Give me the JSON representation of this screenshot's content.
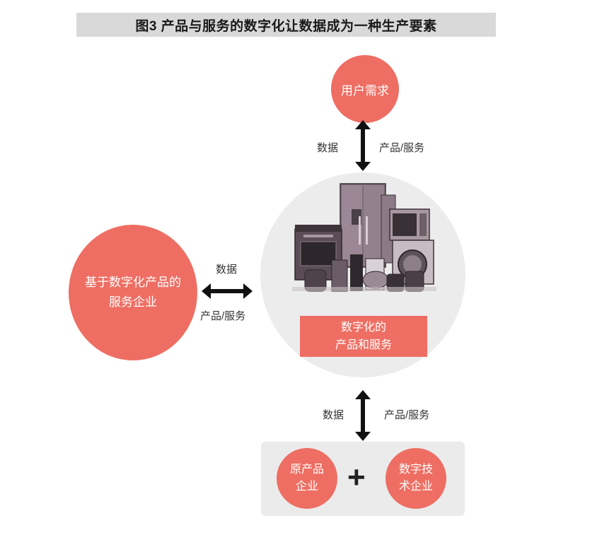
{
  "title": "图3 产品与服务的数字化让数据成为一种生产要素",
  "nodes": {
    "user_demand": "用户需求",
    "service_enterprise_line1": "基于数字化产品的",
    "service_enterprise_line2": "服务企业",
    "digital_line1": "数字化的",
    "digital_line2": "产品和服务",
    "original_line1": "原产品",
    "original_line2": "企业",
    "tech_line1": "数字技",
    "tech_line2": "术企业",
    "plus": "+"
  },
  "edges": {
    "top_data": "数据",
    "top_product": "产品/服务",
    "left_data": "数据",
    "left_product": "产品/服务",
    "bottom_data": "数据",
    "bottom_product": "产品/服务"
  },
  "colors": {
    "accent": "#ee6e63",
    "title_bg": "#d9d9d9",
    "center_bg": "#ececec"
  },
  "icons": [
    "home-appliances-image",
    "double-arrow-icon"
  ]
}
